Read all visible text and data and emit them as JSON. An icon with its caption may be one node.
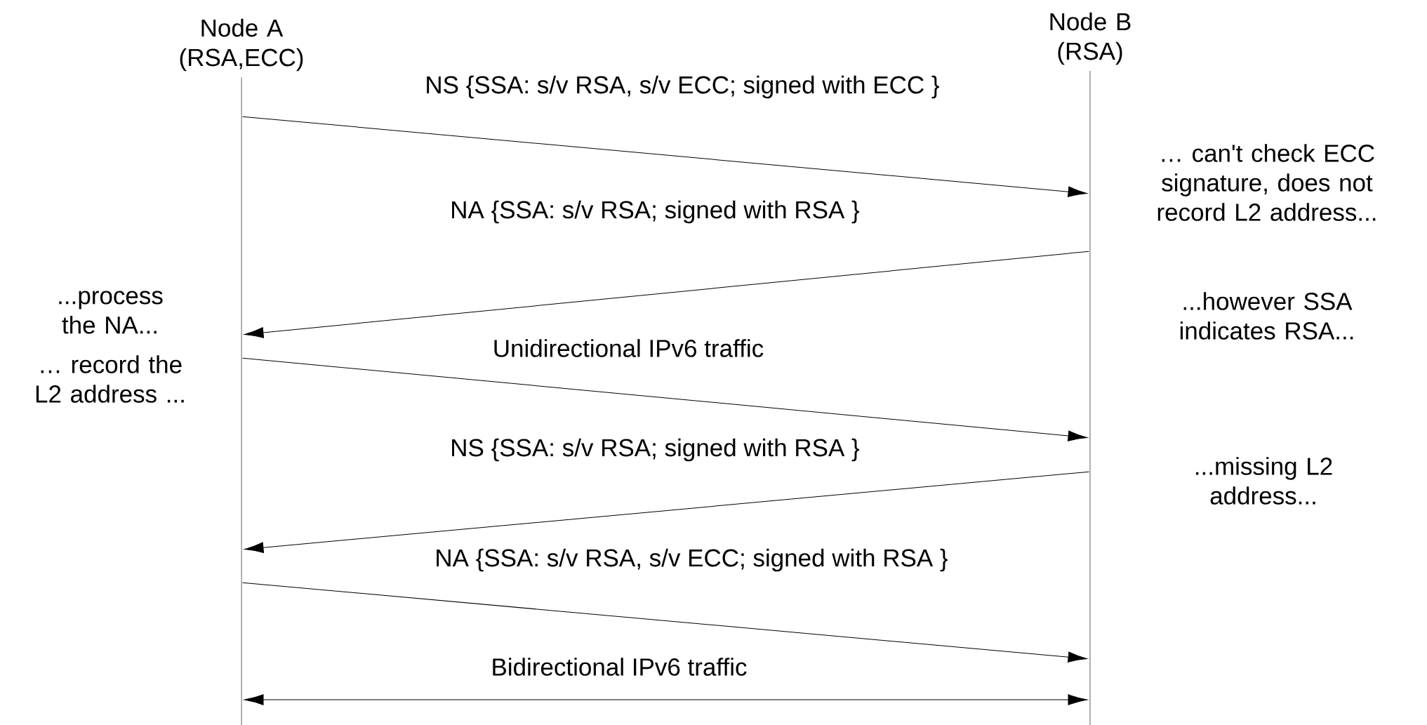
{
  "diagram": {
    "nodes": [
      {
        "text": [],
        "shape": "bar",
        "beside": [
          "Node A (RSA,ECC)"
        ]
      },
      {
        "text": [],
        "shape": "bar",
        "beside": [
          "Node B (RSA)"
        ]
      }
    ],
    "edges": [
      {
        "from": 0,
        "to": 1,
        "arrow": "to",
        "label": "NS {SSA: s/v RSA, s/v ECC; signed with ECC }"
      },
      {
        "from": 1,
        "to": 0,
        "arrow": "to",
        "label": "NA {SSA: s/v RSA; signed with RSA }"
      },
      {
        "from": 0,
        "to": 1,
        "arrow": "to",
        "label": "Unidirectional IPv6 traffic"
      },
      {
        "from": 1,
        "to": 0,
        "arrow": "to",
        "label": "NS {SSA: s/v RSA; signed with RSA }"
      },
      {
        "from": 0,
        "to": 1,
        "arrow": "to",
        "label": "NA {SSA: s/v RSA, s/v ECC; signed with RSA }"
      },
      {
        "from": 0,
        "to": 1,
        "arrow": "both",
        "label": "Bidirectional IPv6 traffic"
      }
    ],
    "labels": [
      "… can't check ECC signature, does not record L2 address...",
      "...however SSA indicates RSA...",
      "...process the NA...",
      "… record the L2 address ...",
      "...missing L2 address..."
    ]
  }
}
